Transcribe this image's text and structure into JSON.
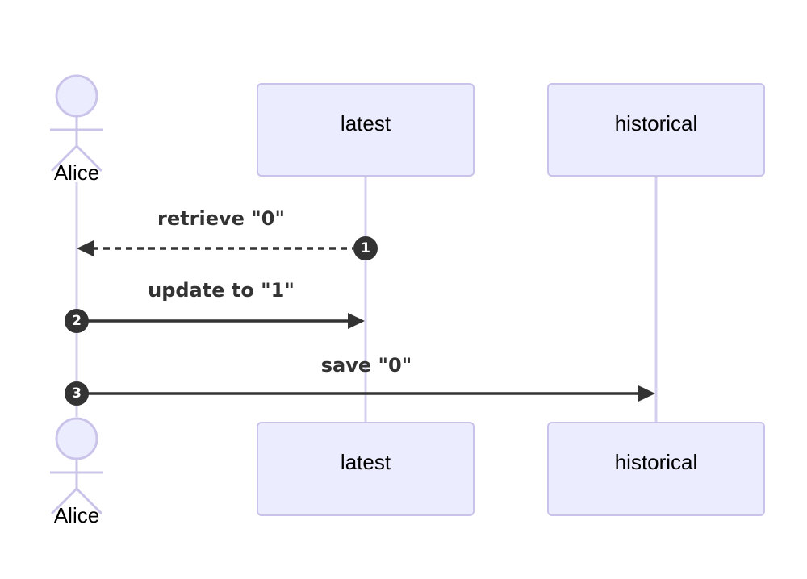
{
  "diagram": {
    "type": "sequence-diagram",
    "actor": {
      "label": "Alice"
    },
    "participants": [
      {
        "label": "latest"
      },
      {
        "label": "historical"
      }
    ],
    "messages": [
      {
        "num": "1",
        "label": "retrieve \"0\"",
        "from": "latest",
        "to": "Alice",
        "line": "dashed"
      },
      {
        "num": "2",
        "label": "update to \"1\"",
        "from": "Alice",
        "to": "latest",
        "line": "solid"
      },
      {
        "num": "3",
        "label": "save \"0\"",
        "from": "Alice",
        "to": "historical",
        "line": "solid"
      }
    ],
    "colors": {
      "background": "#FFFFFF",
      "participant_fill": "#ECECFF",
      "participant_border": "#C9C2EA",
      "lifeline": "#D5CFEF",
      "actor_stroke": "#CBC4EA",
      "message_text": "#333333",
      "arrow": "#333333",
      "seq_badge_fill": "#333333",
      "seq_badge_text": "#FFFFFF"
    }
  }
}
